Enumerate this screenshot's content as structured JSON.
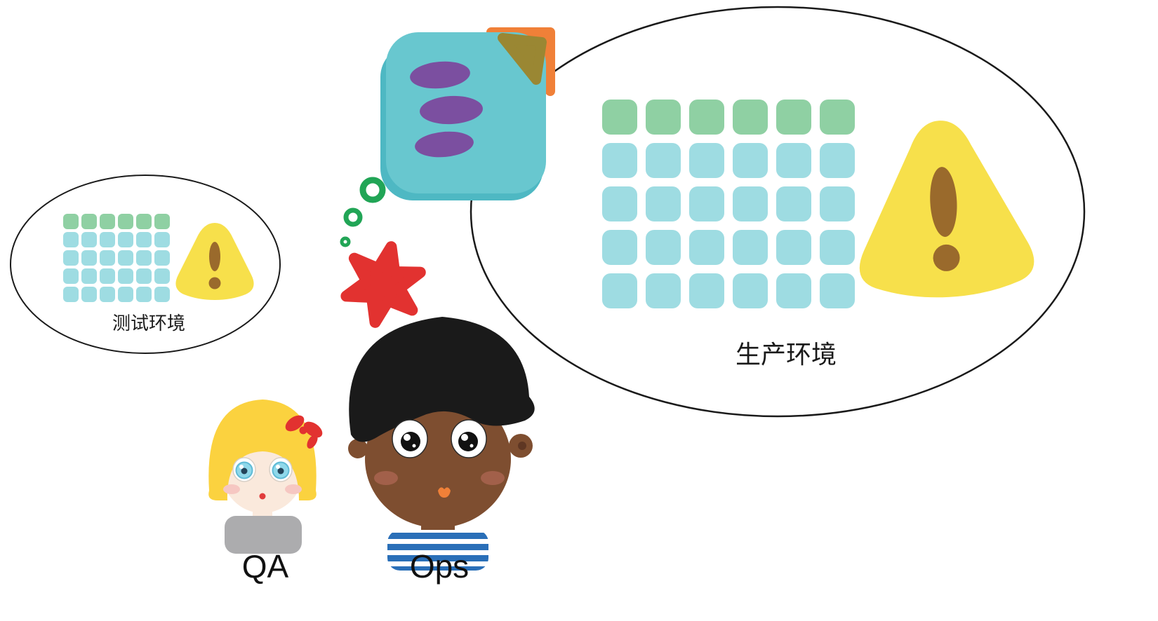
{
  "bubbles": {
    "test_env": {
      "label": "测试环境",
      "grid": {
        "rows": 5,
        "cols": 6,
        "header_color": "#8FD0A3",
        "cell_color": "#9EDCE2"
      },
      "warning_icon": "warning-triangle-icon"
    },
    "prod_env": {
      "label": "生产环境",
      "grid": {
        "rows": 5,
        "cols": 6,
        "header_color": "#8FD0A3",
        "cell_color": "#9EDCE2"
      },
      "warning_icon": "warning-triangle-icon"
    }
  },
  "thought": {
    "note_icon": "bug-note-icon",
    "trail_icon": "thought-bubble-trail",
    "splat_icon": "red-splat-icon"
  },
  "characters": [
    {
      "id": "qa",
      "label": "QA"
    },
    {
      "id": "ops",
      "label": "Ops"
    }
  ],
  "colors": {
    "grid_header_green": "#8FD0A3",
    "grid_cell_blue": "#9EDCE2",
    "warning_yellow": "#F7E04B",
    "warning_brown": "#9A6A2C",
    "note_teal": "#68C7CF",
    "note_teal_dark": "#4EB8C3",
    "note_purple": "#7B4FA0",
    "note_orange": "#F08038",
    "note_fold_olive": "#9A8733",
    "trail_green": "#21A556",
    "splat_red": "#E23230",
    "qa_hair_yellow": "#FBD23F",
    "qa_skin": "#FAE9DC",
    "ops_skin": "#7E4E30",
    "ops_shirt_blue": "#2A6FB8",
    "outline_black": "#1A1A1A"
  }
}
